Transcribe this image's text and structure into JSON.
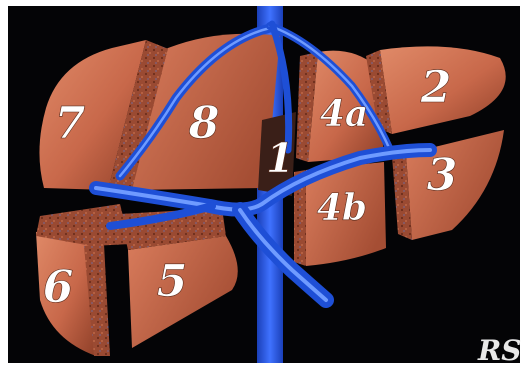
{
  "segments": {
    "s1": "1",
    "s2": "2",
    "s3": "3",
    "s4a": "4a",
    "s4b": "4b",
    "s5": "5",
    "s6": "6",
    "s7": "7",
    "s8": "8"
  },
  "signature": "RS",
  "colors": {
    "background": "#040406",
    "parenchyma": "#c8684a",
    "parenchyma_dark": "#8a3a26",
    "cut_surface": "#9a4a32",
    "vessel": "#1e4fd6",
    "vessel_light": "#6f9bff"
  }
}
